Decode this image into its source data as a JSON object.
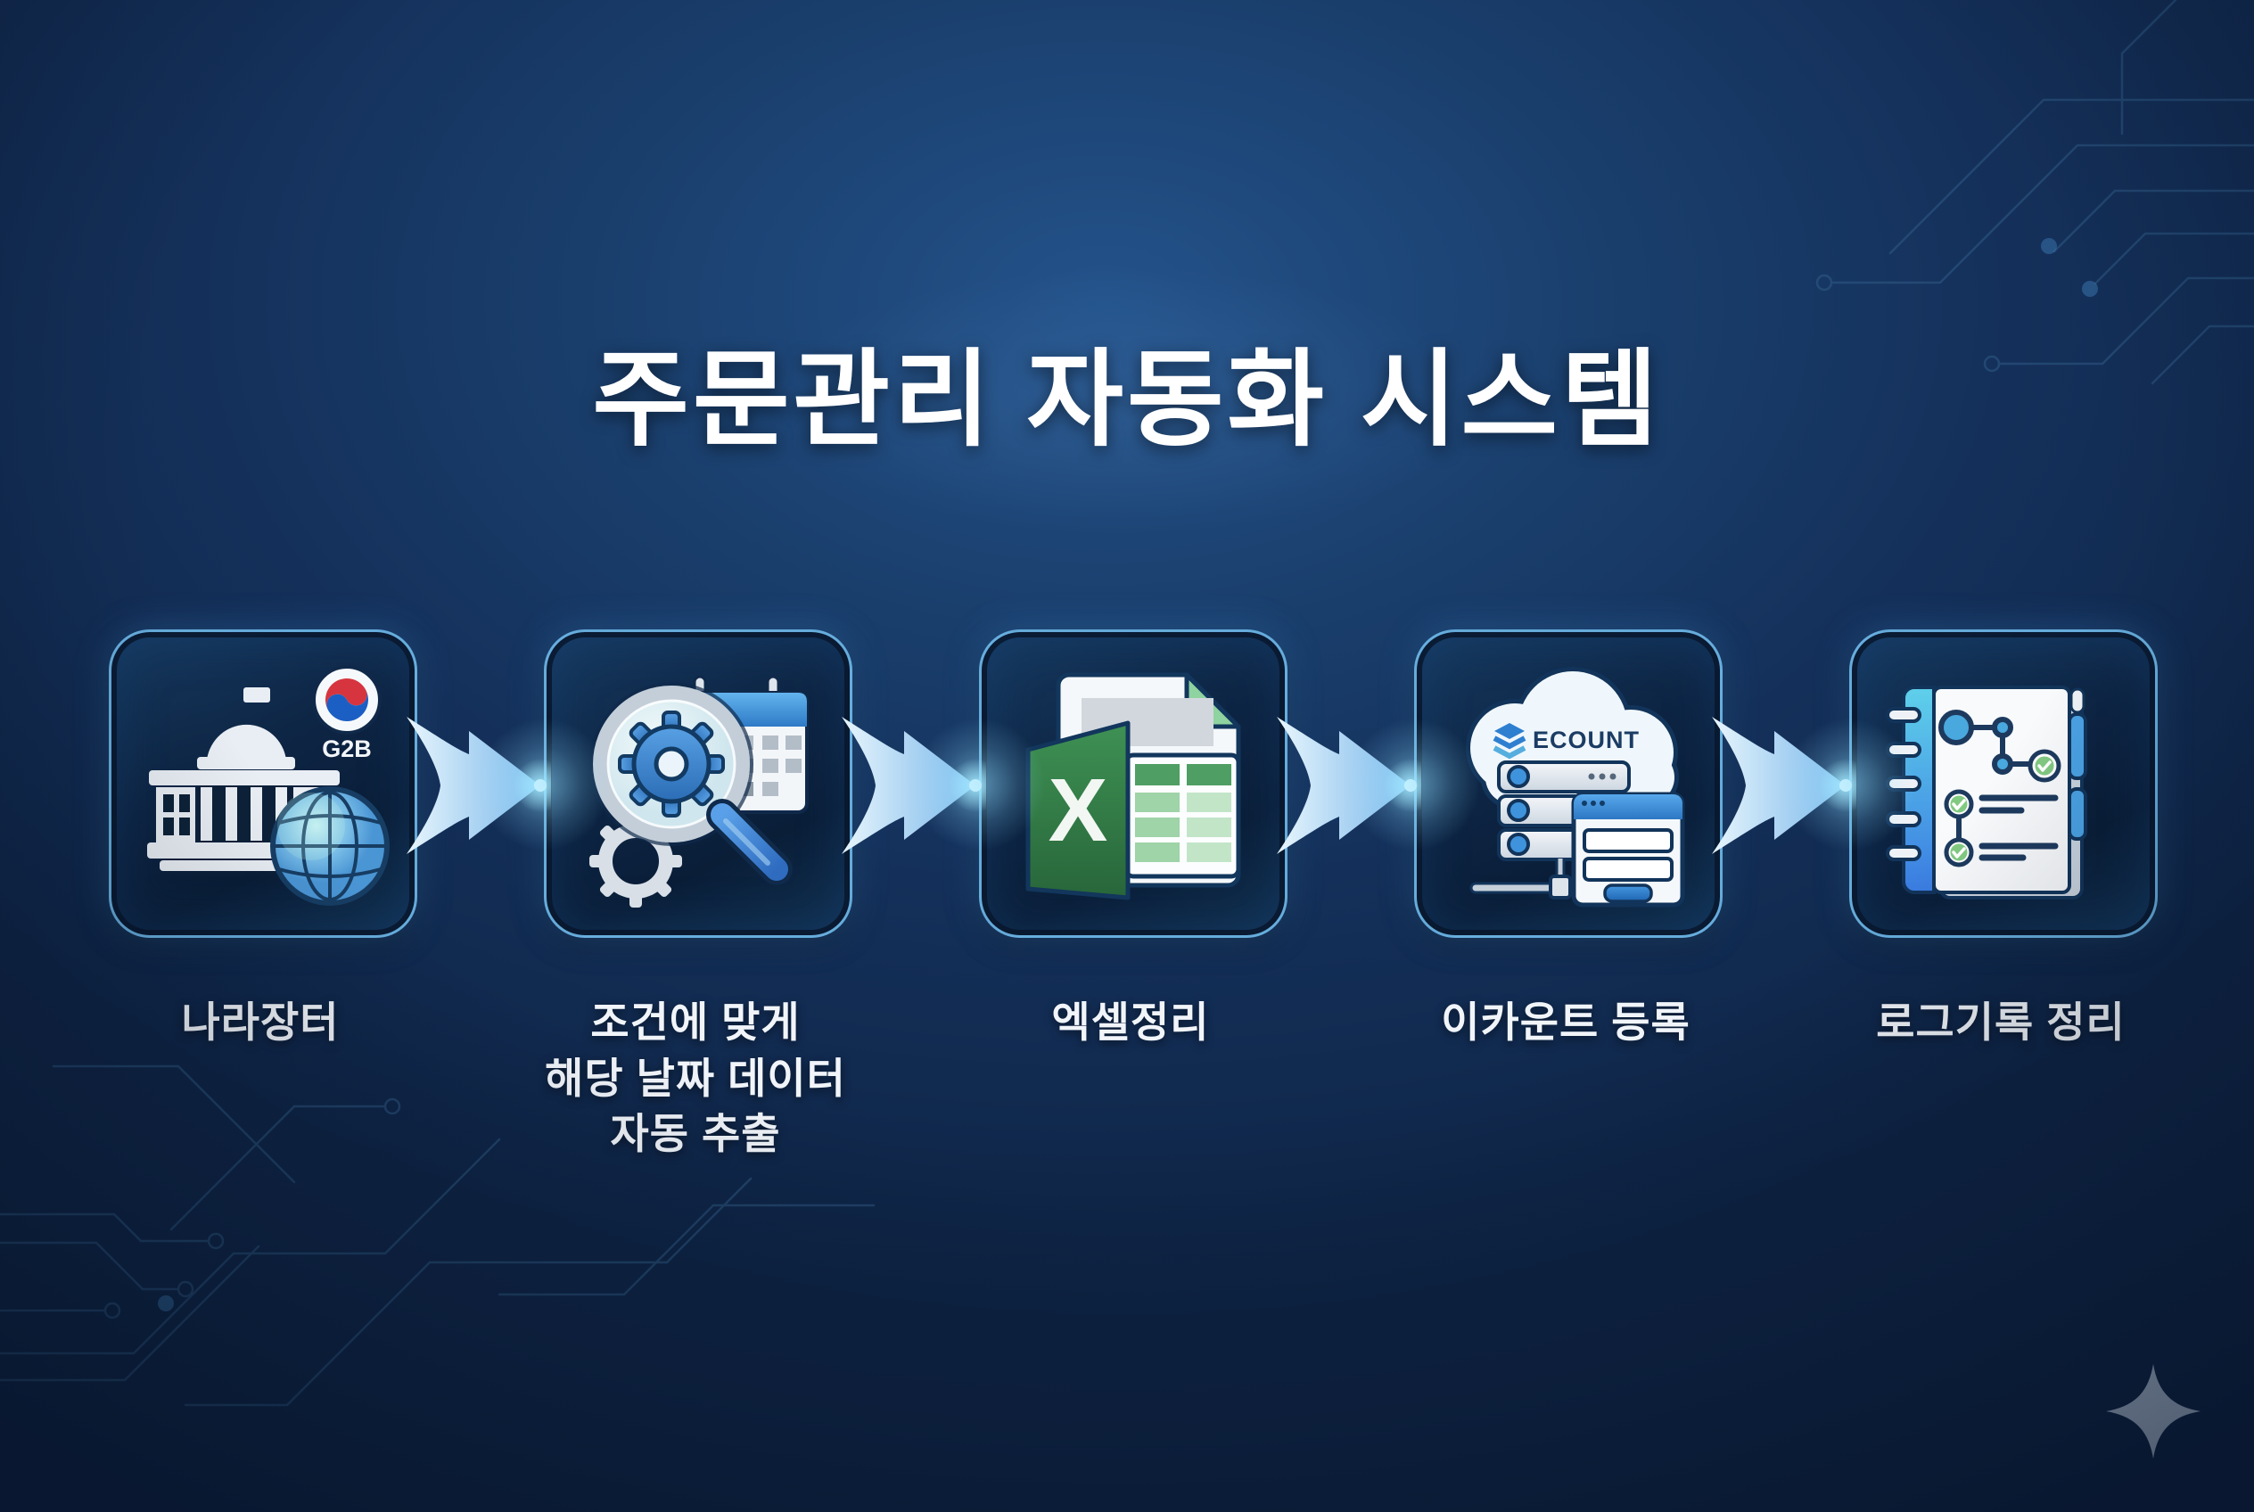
{
  "title": "주문관리 자동화 시스템",
  "steps": [
    {
      "label": "나라장터",
      "badge": "G2B",
      "icon": "government-building-globe-icon"
    },
    {
      "label": "조건에 맞게\n해당 날짜 데이터\n자동 추출",
      "icon": "magnifier-gear-calendar-icon"
    },
    {
      "label": "엑셀정리",
      "file_letter": "X",
      "icon": "excel-file-icon"
    },
    {
      "label": "이카운트 등록",
      "logo_text": "ECOUNT",
      "icon": "ecount-cloud-server-icon"
    },
    {
      "label": "로그기록 정리",
      "icon": "log-notebook-icon"
    }
  ],
  "decor": {
    "flow_arrow": "right-arrow-icon",
    "corner_mark": "four-point-star-icon",
    "background_pattern": "circuit-traces"
  },
  "colors": {
    "background": "#14305a",
    "card_border": "#76c3f6",
    "arrow_light": "#e8f6fd",
    "arrow_dark": "#7cb7ea",
    "tip_glow": "#aef0ff",
    "excel_green": "#3e9154",
    "ecount_blue": "#2f7fd0",
    "check_green": "#82ca82",
    "taegeuk_red": "#d6353f",
    "taegeuk_blue": "#1c5fc4",
    "title_text": "#ffffff"
  }
}
